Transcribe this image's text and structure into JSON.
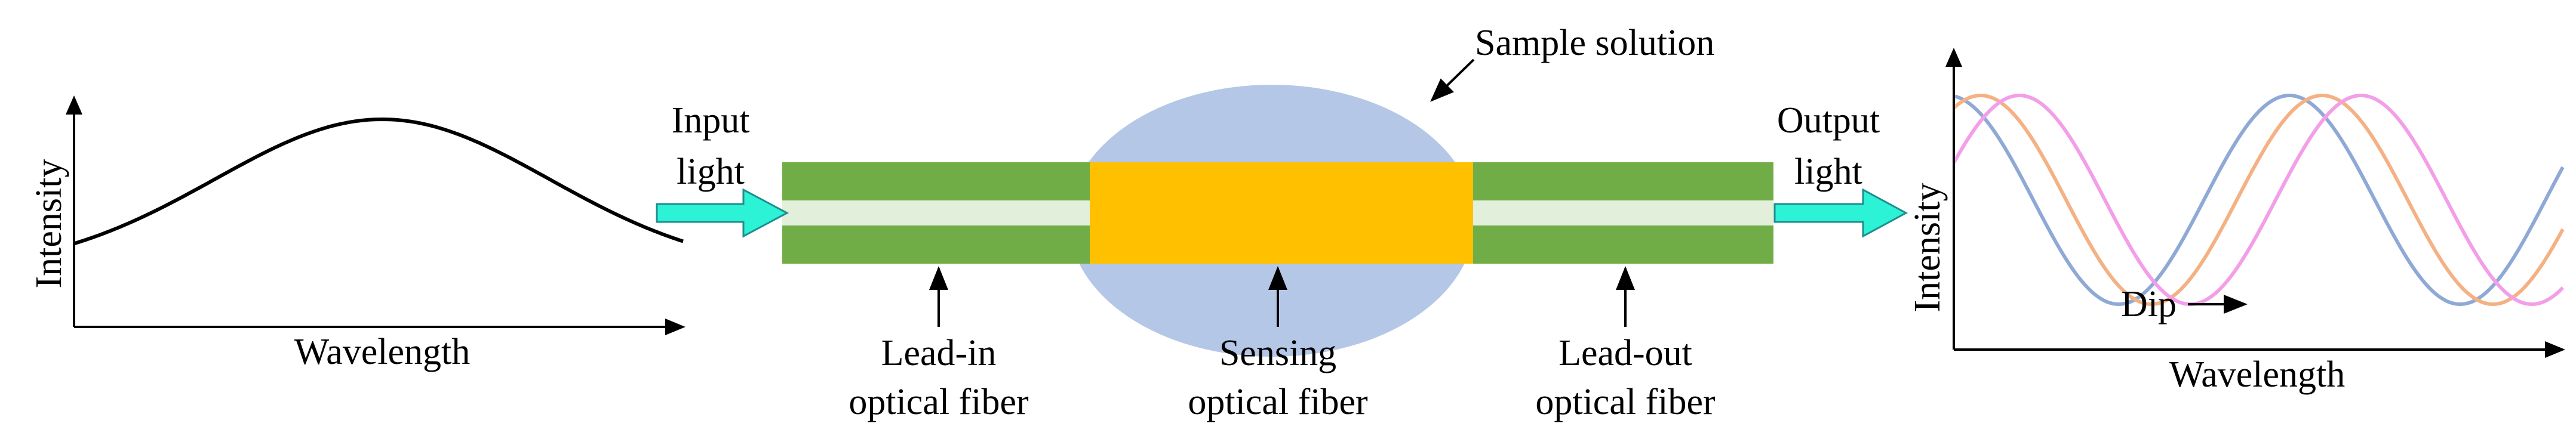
{
  "left_plot": {
    "y_label": "Intensity",
    "x_label": "Wavelength"
  },
  "input": {
    "label_line1": "Input",
    "label_line2": "light"
  },
  "output": {
    "label_line1": "Output",
    "label_line2": "light"
  },
  "sample": {
    "label": "Sample solution"
  },
  "fibers": {
    "lead_in_line1": "Lead-in",
    "lead_in_line2": "optical fiber",
    "sensing_line1": "Sensing",
    "sensing_line2": "optical fiber",
    "lead_out_line1": "Lead-out",
    "lead_out_line2": "optical fiber"
  },
  "right_plot": {
    "y_label": "Intensity",
    "x_label": "Wavelength",
    "dip_label": "Dip",
    "series_colors": [
      "#8fa9d6",
      "#f4b183",
      "#f29ee8"
    ]
  },
  "colors": {
    "cladding": "#70ad47",
    "core": "#e2efda",
    "sensing": "#ffc000",
    "sample": "#b4c7e7",
    "arrow_fill": "#2cf2d6",
    "arrow_stroke": "#1e8e8e"
  }
}
